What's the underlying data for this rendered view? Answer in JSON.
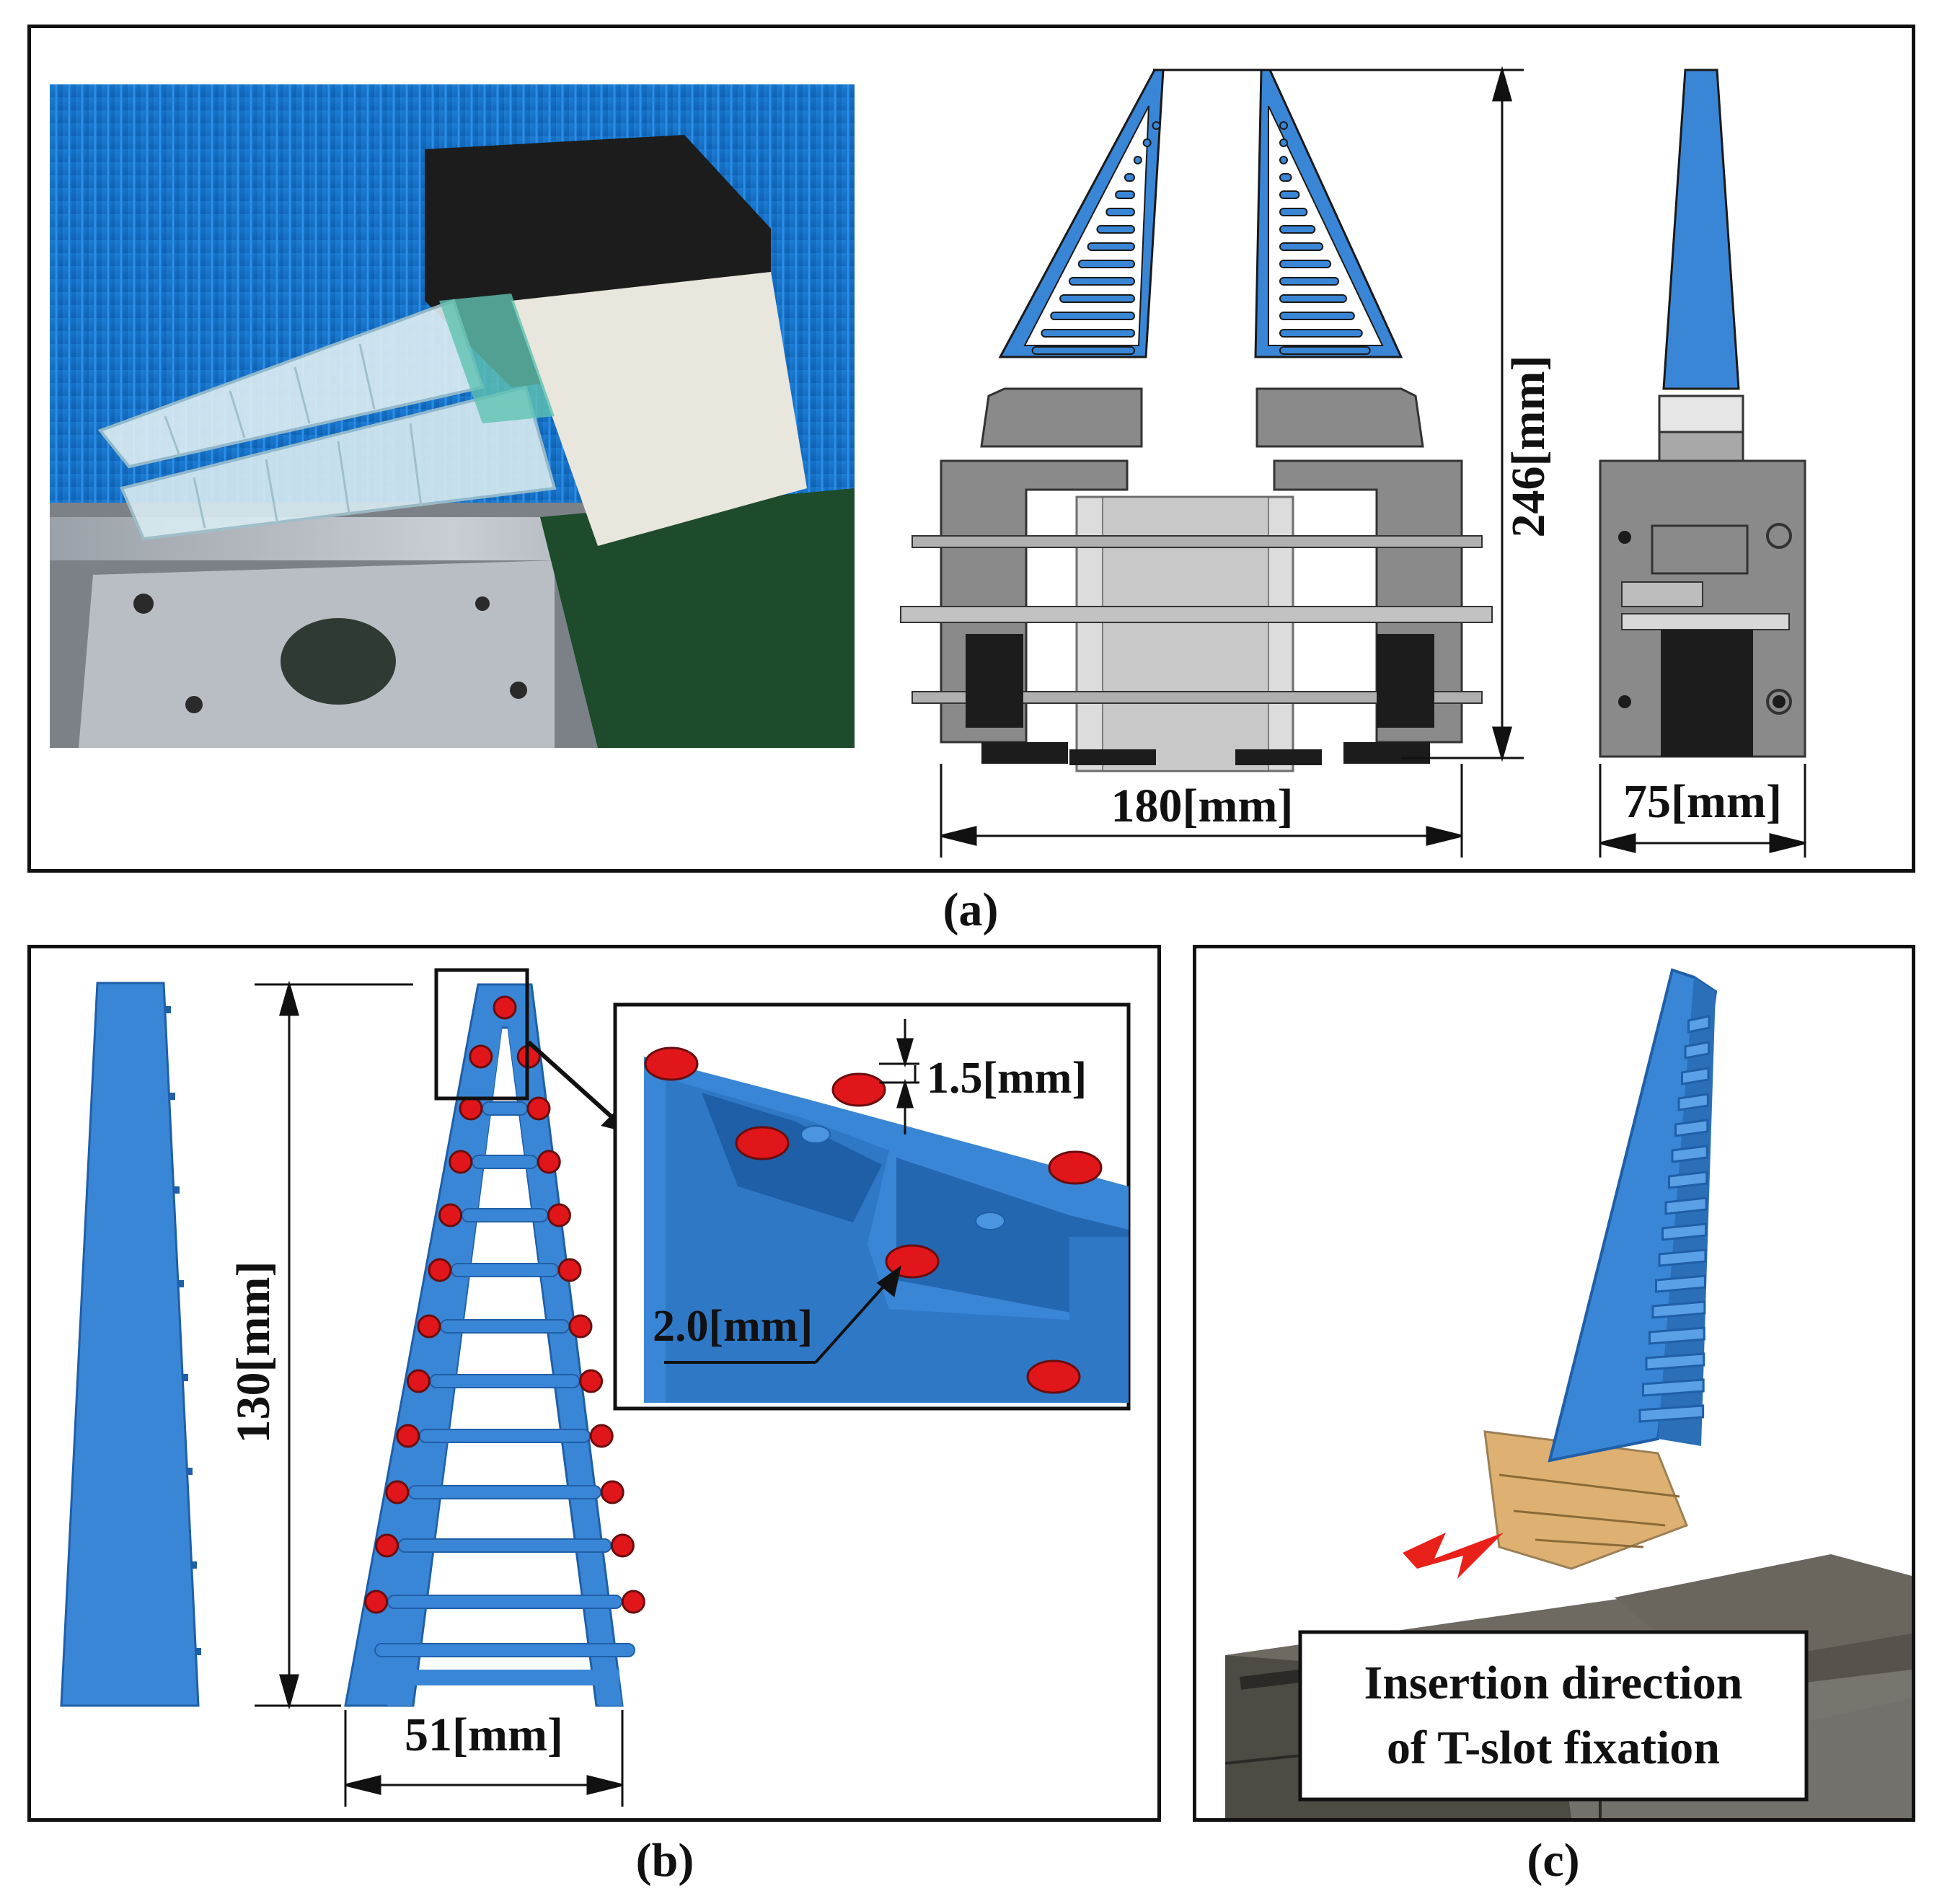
{
  "figure": {
    "panel_a": {
      "caption": "(a)",
      "dim_height": "246[mm]",
      "dim_width_front": "180[mm]",
      "dim_width_side": "75[mm]"
    },
    "panel_b": {
      "caption": "(b)",
      "dim_height": "130[mm]",
      "dim_base_width": "51[mm]",
      "dim_pin_height": "1.5[mm]",
      "dim_pin_diameter": "2.0[mm]"
    },
    "panel_c": {
      "caption": "(c)",
      "label_line1": "Insertion direction",
      "label_line2": "of T-slot fixation"
    }
  },
  "colors": {
    "finger_blue": "#3a86d6",
    "finger_blue_dark": "#2a6fb8",
    "hinge_red": "#e0161b",
    "housing_gray": "#8a8a8a",
    "machine_dark": "#5e5a52",
    "mount_orange": "#d9a45a",
    "arrow_red": "#e8221a"
  }
}
